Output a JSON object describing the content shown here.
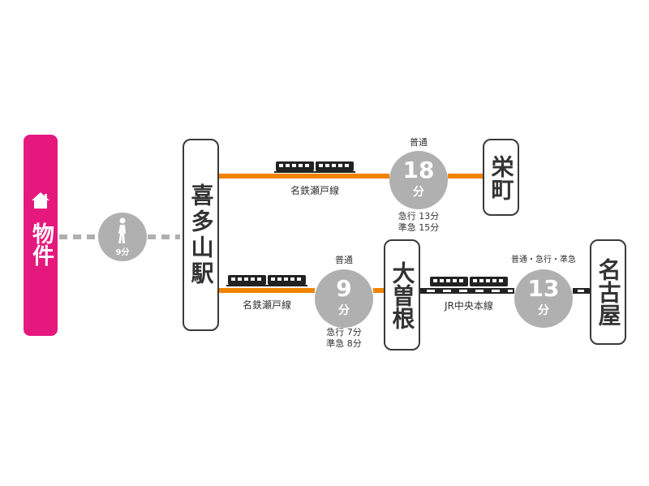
{
  "property": {
    "label": "物件",
    "icon": "house-icon"
  },
  "walk": {
    "time": "9分",
    "icon": "walking-person-icon"
  },
  "stations": {
    "kitayama": "喜多山駅",
    "sakae": "栄町",
    "ozone": "大曽根",
    "nagoya": "名古屋"
  },
  "routes": {
    "to_sakae": {
      "line": "名鉄瀬戸線",
      "service": "普通",
      "minutes": "18",
      "unit": "分",
      "alt1": "急行 13分",
      "alt2": "準急 15分"
    },
    "to_ozone": {
      "line": "名鉄瀬戸線",
      "service": "普通",
      "minutes": "9",
      "unit": "分",
      "alt1": "急行 7分",
      "alt2": "準急 8分"
    },
    "to_nagoya": {
      "line": "JR中央本線",
      "service": "普通・急行・準急",
      "minutes": "13",
      "unit": "分"
    }
  },
  "colors": {
    "property": "#e5197d",
    "meitetsu_line": "#f08300",
    "circle": "#b0b0b0",
    "walk_dash": "#b0b0b0"
  }
}
